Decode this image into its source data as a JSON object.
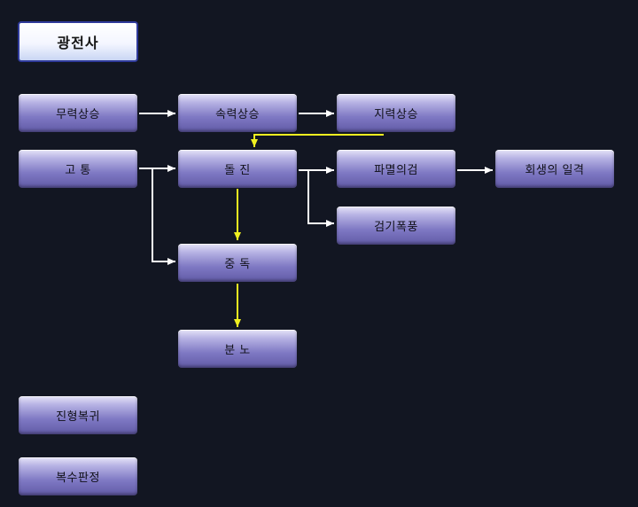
{
  "title": "광전사",
  "nodes": {
    "muryeok": "무력상승",
    "sokryeok": "속력상승",
    "jiryeok": "지력상승",
    "gotong": "고 통",
    "doljin": "돌 진",
    "pamyeol": "파멸의검",
    "hoesaeng": "회생의 일격",
    "geomgi": "검기폭풍",
    "jungdok": "중 독",
    "bunno": "분 노",
    "jinhyeong": "진형복귀",
    "boksu": "복수판정"
  },
  "colors": {
    "background": "#121622",
    "white_arrow": "#ffffff",
    "yellow_arrow": "#f0f020",
    "node_mid": "#7f79c4",
    "title_border": "#2f3a9a"
  }
}
